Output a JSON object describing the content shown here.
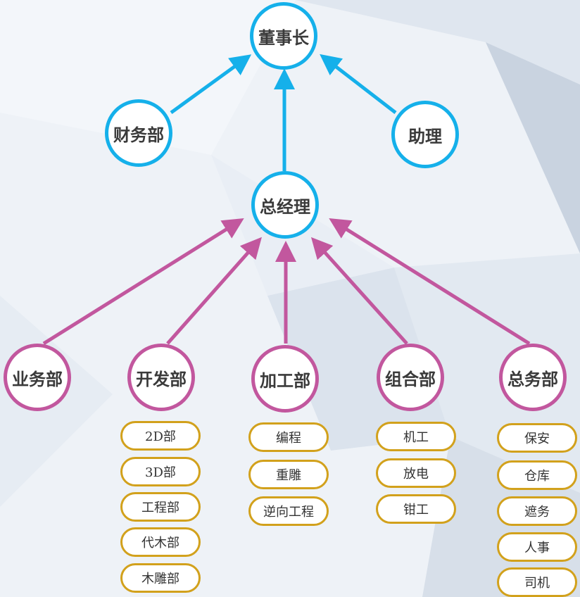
{
  "colors": {
    "top_level": "#15b0ea",
    "department": "#c2579e",
    "sub_unit": "#d2a11c"
  },
  "nodes": {
    "chairman": "董事长",
    "finance": "财务部",
    "assistant": "助理",
    "general_manager": "总经理"
  },
  "departments": [
    {
      "label": "业务部",
      "items": []
    },
    {
      "label": "开发部",
      "items": [
        "2D部",
        "3D部",
        "工程部",
        "代木部",
        "木雕部"
      ]
    },
    {
      "label": "加工部",
      "items": [
        "编程",
        "重雕",
        "逆向工程"
      ]
    },
    {
      "label": "组合部",
      "items": [
        "机工",
        "放电",
        "钳工"
      ]
    },
    {
      "label": "总务部",
      "items": [
        "保安",
        "仓库",
        "遮务",
        "人事",
        "司机"
      ]
    }
  ]
}
